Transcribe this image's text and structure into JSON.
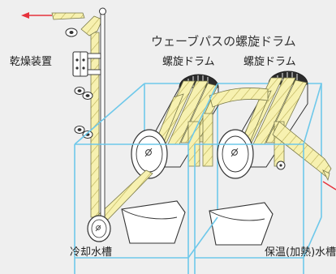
{
  "labels": {
    "title": "ウェーブパスの螺旋ドラム",
    "drum_left": "螺旋ドラム",
    "drum_right": "螺旋ドラム",
    "dryer": "乾燥装置",
    "cooling_tank": "冷却水槽",
    "warm_tank": "保温(加熱)水槽"
  },
  "colors": {
    "background": "#efefef",
    "tape_fill": "#f7f1b0",
    "tape_stroke": "#7a7a4a",
    "hatch": "#b9ad54",
    "outline": "#333333",
    "tank_edge": "#6ec8ea",
    "arrow": "#e6323c"
  },
  "icons": {
    "arrow_out": "arrow-left-icon",
    "arrow_in": "arrow-right-icon",
    "roller": "roller-icon",
    "drum_end": "drum-end-icon"
  }
}
